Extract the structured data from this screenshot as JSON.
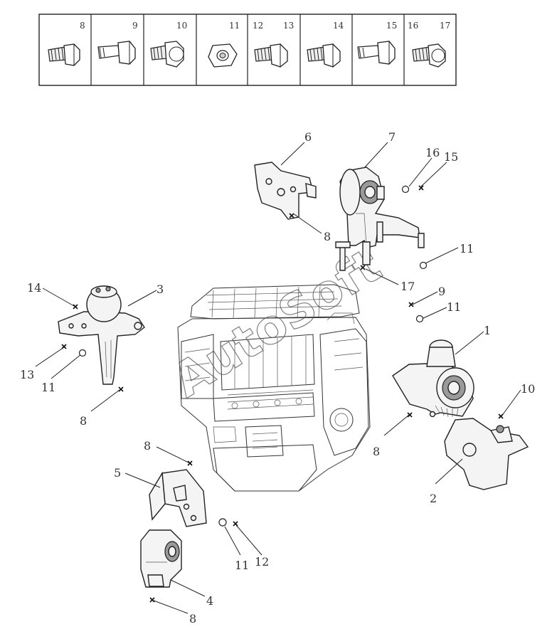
{
  "header_strip": {
    "cells": [
      {
        "labels": [
          "8"
        ]
      },
      {
        "labels": [
          "9"
        ]
      },
      {
        "labels": [
          "10"
        ]
      },
      {
        "labels": [
          "11"
        ]
      },
      {
        "labels": [
          "12",
          "13"
        ]
      },
      {
        "labels": [
          "14"
        ]
      },
      {
        "labels": [
          "15"
        ]
      },
      {
        "labels": [
          "16",
          "17"
        ]
      }
    ]
  },
  "callouts": {
    "c1": "1",
    "c2": "2",
    "c3": "3",
    "c4": "4",
    "c5": "5",
    "c6": "6",
    "c7": "7",
    "c8a": "8",
    "c8b": "8",
    "c8c": "8",
    "c8d": "8",
    "c8e": "8",
    "c9": "9",
    "c10": "10",
    "c11a": "11",
    "c11b": "11",
    "c11c": "11",
    "c11d": "11",
    "c12": "12",
    "c13": "13",
    "c14": "14",
    "c15": "15",
    "c16": "16",
    "c17": "17"
  },
  "watermark": "AutoSoft"
}
